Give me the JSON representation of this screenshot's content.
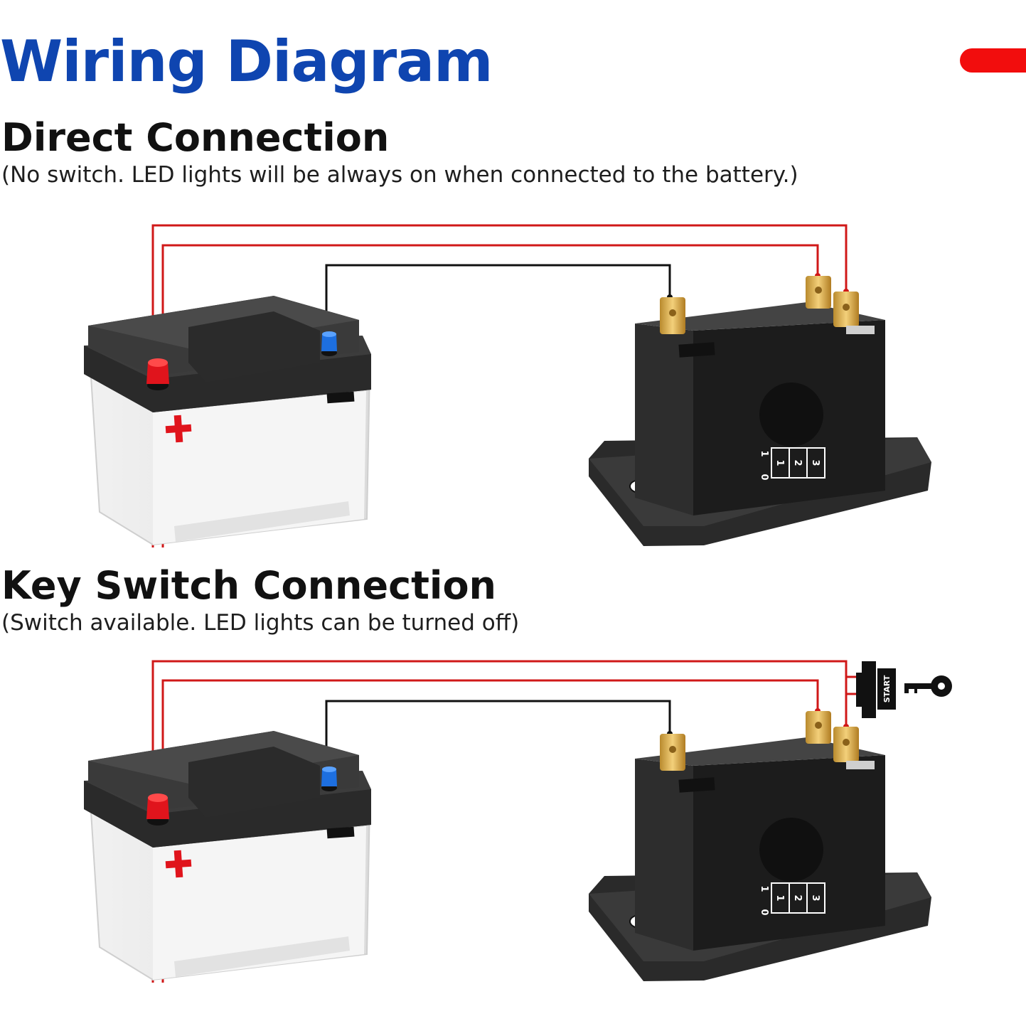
{
  "title": "Wiring Diagram",
  "colors": {
    "title": "#0f45b0",
    "accent": "#f20d0d",
    "wire_positive": "#d01818",
    "wire_negative": "#111111",
    "terminal_positive": "#e0141c",
    "terminal_negative": "#1d6fe0"
  },
  "sections": [
    {
      "title": "Direct Connection",
      "note": "(No switch. LED lights will be always on when connected to the battery.)"
    },
    {
      "title": "Key Switch Connection",
      "note": "(Switch available. LED lights can be turned off)"
    }
  ],
  "key_switch": {
    "label": "START"
  },
  "module": {
    "pin_labels": [
      "1",
      "2",
      "3"
    ],
    "scale_labels": [
      "0",
      "1"
    ]
  },
  "icons": [
    "plus-icon",
    "key-icon"
  ]
}
